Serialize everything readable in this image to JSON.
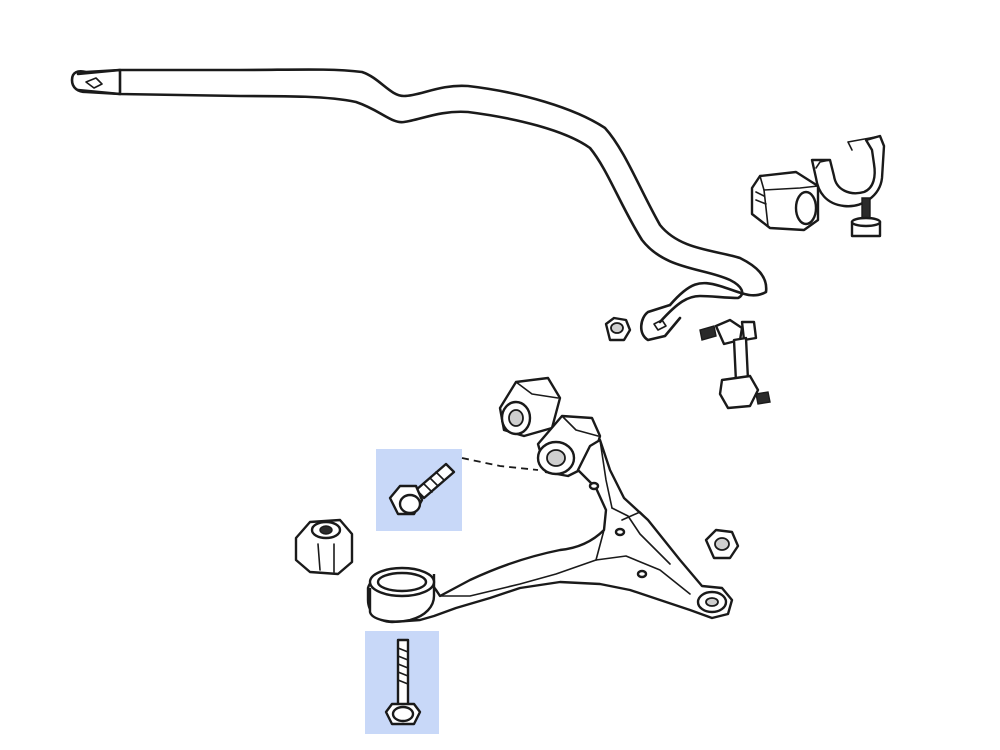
{
  "highlight_color": "#c8d8f8",
  "line_color": "#1a1a1a",
  "parts": [
    "stabilizer-bar",
    "stabilizer-bushing",
    "bushing-holder",
    "holder-flange-bolt",
    "flange-nut-bar-end",
    "stabilizer-link",
    "upper-compliance-bushing",
    "lower-compliance-bushing",
    "flange-bolt-highlighted",
    "front-bushing",
    "lower-control-arm",
    "arm-flange-nut",
    "long-bolt-highlighted"
  ]
}
